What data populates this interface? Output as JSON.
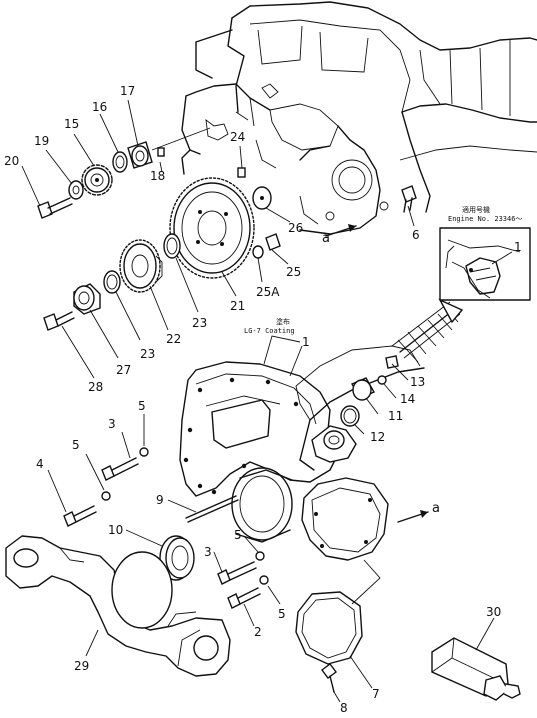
{
  "notes": {
    "serial_jp": "適用号機",
    "serial_en": "Engine No. 23346～",
    "coating_jp": "塗布",
    "coating_en": "LG-7 Coating"
  },
  "callouts": {
    "c1a": "1",
    "c1b": "1",
    "c2": "2",
    "c3a": "3",
    "c3b": "3",
    "c4": "4",
    "c5a": "5",
    "c5b": "5",
    "c5c": "5",
    "c5d": "5",
    "c6": "6",
    "c7": "7",
    "c8": "8",
    "c9": "9",
    "c10": "10",
    "c11": "11",
    "c12": "12",
    "c13": "13",
    "c14": "14",
    "c15": "15",
    "c16": "16",
    "c17": "17",
    "c18": "18",
    "c19": "19",
    "c20": "20",
    "c21": "21",
    "c22": "22",
    "c23a": "23",
    "c23b": "23",
    "c24": "24",
    "c25": "25",
    "c25a": "25A",
    "c26": "26",
    "c27": "27",
    "c28": "28",
    "c29": "29",
    "c30": "30",
    "a1": "a",
    "a2": "a"
  }
}
